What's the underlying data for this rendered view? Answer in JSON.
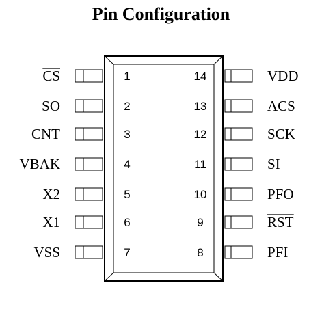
{
  "title": "Pin Configuration",
  "left_pins": [
    {
      "number": "1",
      "name": "CS",
      "overline": true
    },
    {
      "number": "2",
      "name": "SO",
      "overline": false
    },
    {
      "number": "3",
      "name": "CNT",
      "overline": false
    },
    {
      "number": "4",
      "name": "VBAK",
      "overline": false
    },
    {
      "number": "5",
      "name": "X2",
      "overline": false
    },
    {
      "number": "6",
      "name": "X1",
      "overline": false
    },
    {
      "number": "7",
      "name": "VSS",
      "overline": false
    }
  ],
  "right_pins": [
    {
      "number": "14",
      "name": "VDD",
      "overline": false
    },
    {
      "number": "13",
      "name": "ACS",
      "overline": false
    },
    {
      "number": "12",
      "name": "SCK",
      "overline": false
    },
    {
      "number": "11",
      "name": "SI",
      "overline": false
    },
    {
      "number": "10",
      "name": "PFO",
      "overline": false
    },
    {
      "number": "9",
      "name": "RST",
      "overline": true
    },
    {
      "number": "8",
      "name": "PFI",
      "overline": false
    }
  ]
}
